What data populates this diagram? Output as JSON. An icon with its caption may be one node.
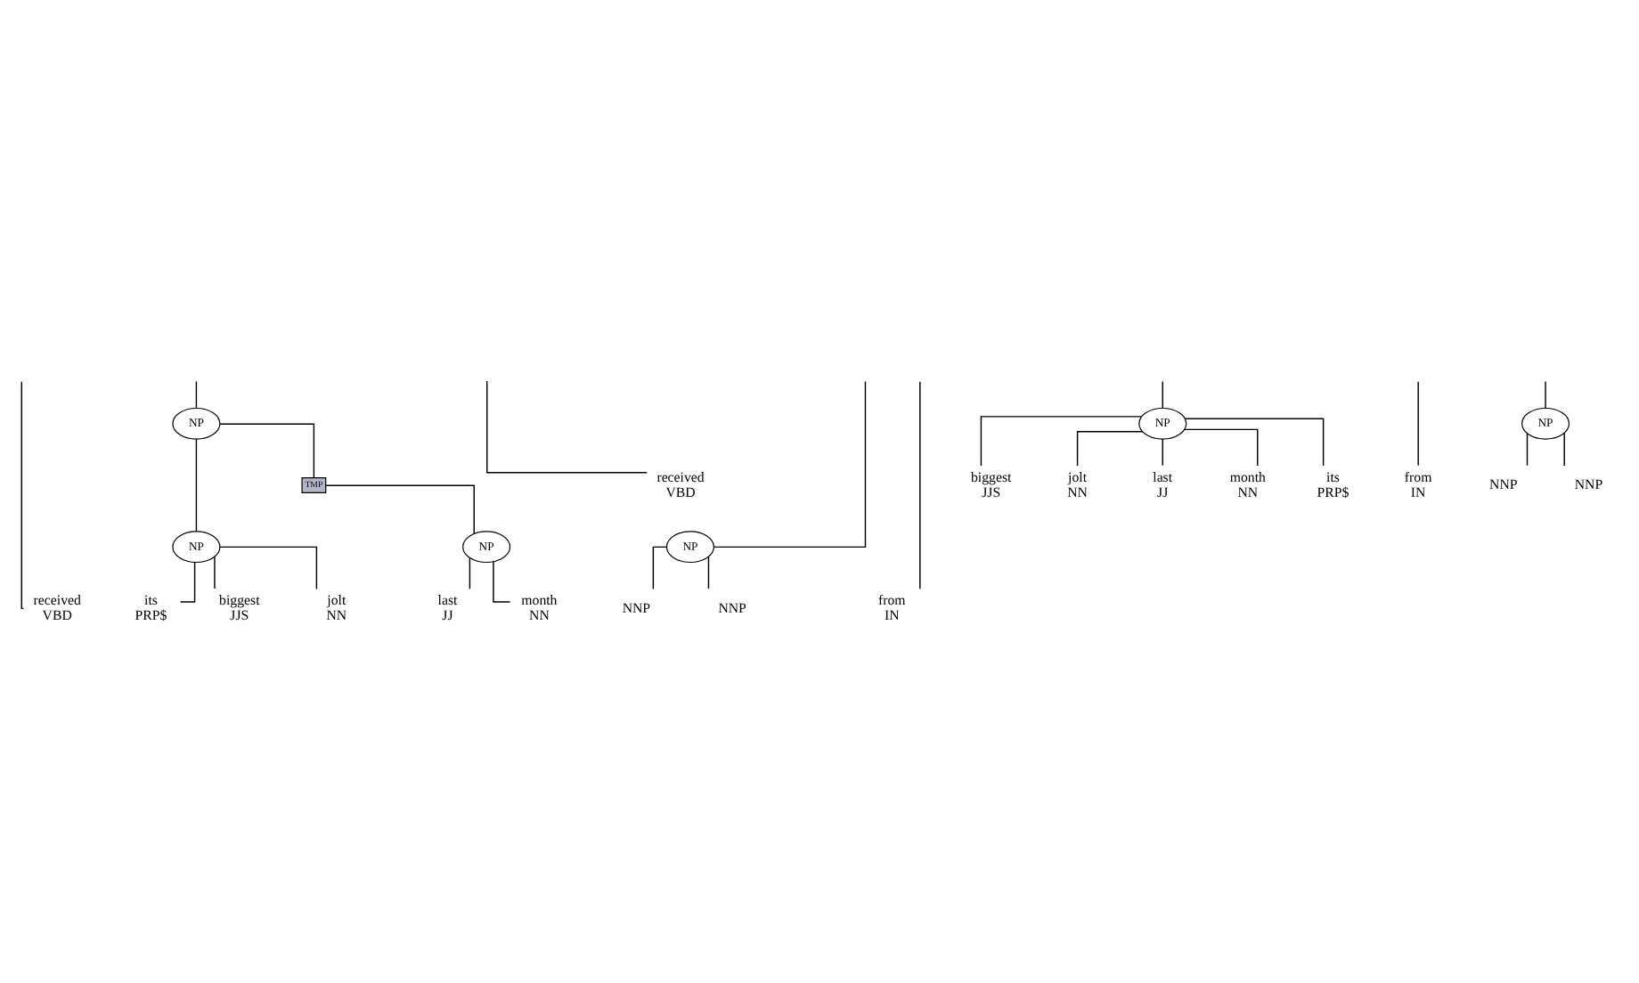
{
  "diagram": {
    "nodes": [
      {
        "text": [
          "NP"
        ]
      },
      {
        "text": [
          "NP"
        ]
      },
      {
        "text": [
          "TMP"
        ]
      },
      {
        "text": [
          "NP"
        ]
      },
      {
        "text": [
          "NP"
        ]
      },
      {
        "text": [
          "received",
          "VBD"
        ]
      },
      {
        "text": [
          "its",
          "PRP$"
        ]
      },
      {
        "text": [
          "biggest",
          "JJS"
        ]
      },
      {
        "text": [
          "jolt",
          "NN"
        ]
      },
      {
        "text": [
          "last",
          "JJ"
        ]
      },
      {
        "text": [
          "month",
          "NN"
        ]
      },
      {
        "text": [
          "from",
          "IN"
        ]
      },
      {
        "text": [
          "NNP"
        ]
      },
      {
        "text": [
          "NNP"
        ]
      },
      {
        "text": [
          "NP"
        ]
      },
      {
        "text": [
          "NP"
        ]
      },
      {
        "text": [
          "received",
          "VBD"
        ]
      },
      {
        "text": [
          "its",
          "PRP$"
        ]
      },
      {
        "text": [
          "biggest",
          "JJS"
        ]
      },
      {
        "text": [
          "jolt",
          "NN"
        ]
      },
      {
        "text": [
          "last",
          "JJ"
        ]
      },
      {
        "text": [
          "month",
          "NN"
        ]
      },
      {
        "text": [
          "from",
          "IN"
        ]
      },
      {
        "text": [
          "NNP"
        ]
      },
      {
        "text": [
          "NNP"
        ]
      }
    ],
    "edges": [
      {
        "from": null,
        "to": 5,
        "arrow": "none"
      },
      {
        "from": null,
        "to": 0,
        "arrow": "none"
      },
      {
        "from": 0,
        "to": 1,
        "arrow": "none"
      },
      {
        "from": 0,
        "to": 2,
        "arrow": "none"
      },
      {
        "from": 2,
        "to": 3,
        "arrow": "none"
      },
      {
        "from": 1,
        "to": 6,
        "arrow": "none"
      },
      {
        "from": 1,
        "to": 7,
        "arrow": "none"
      },
      {
        "from": 1,
        "to": 8,
        "arrow": "none"
      },
      {
        "from": 3,
        "to": 9,
        "arrow": "none"
      },
      {
        "from": 3,
        "to": 10,
        "arrow": "none"
      },
      {
        "from": null,
        "to": 11,
        "arrow": "none"
      },
      {
        "from": null,
        "to": 4,
        "arrow": "none"
      },
      {
        "from": 4,
        "to": 12,
        "arrow": "none"
      },
      {
        "from": 4,
        "to": 13,
        "arrow": "none"
      },
      {
        "from": null,
        "to": 16,
        "arrow": "none"
      },
      {
        "from": null,
        "to": 14,
        "arrow": "none"
      },
      {
        "from": 14,
        "to": 17,
        "arrow": "none"
      },
      {
        "from": 14,
        "to": 18,
        "arrow": "none"
      },
      {
        "from": 14,
        "to": 19,
        "arrow": "none"
      },
      {
        "from": 14,
        "to": 20,
        "arrow": "none"
      },
      {
        "from": 14,
        "to": 21,
        "arrow": "none"
      },
      {
        "from": null,
        "to": 22,
        "arrow": "none"
      },
      {
        "from": null,
        "to": 15,
        "arrow": "none"
      },
      {
        "from": 15,
        "to": 23,
        "arrow": "none"
      },
      {
        "from": 15,
        "to": 24,
        "arrow": "none"
      }
    ]
  }
}
